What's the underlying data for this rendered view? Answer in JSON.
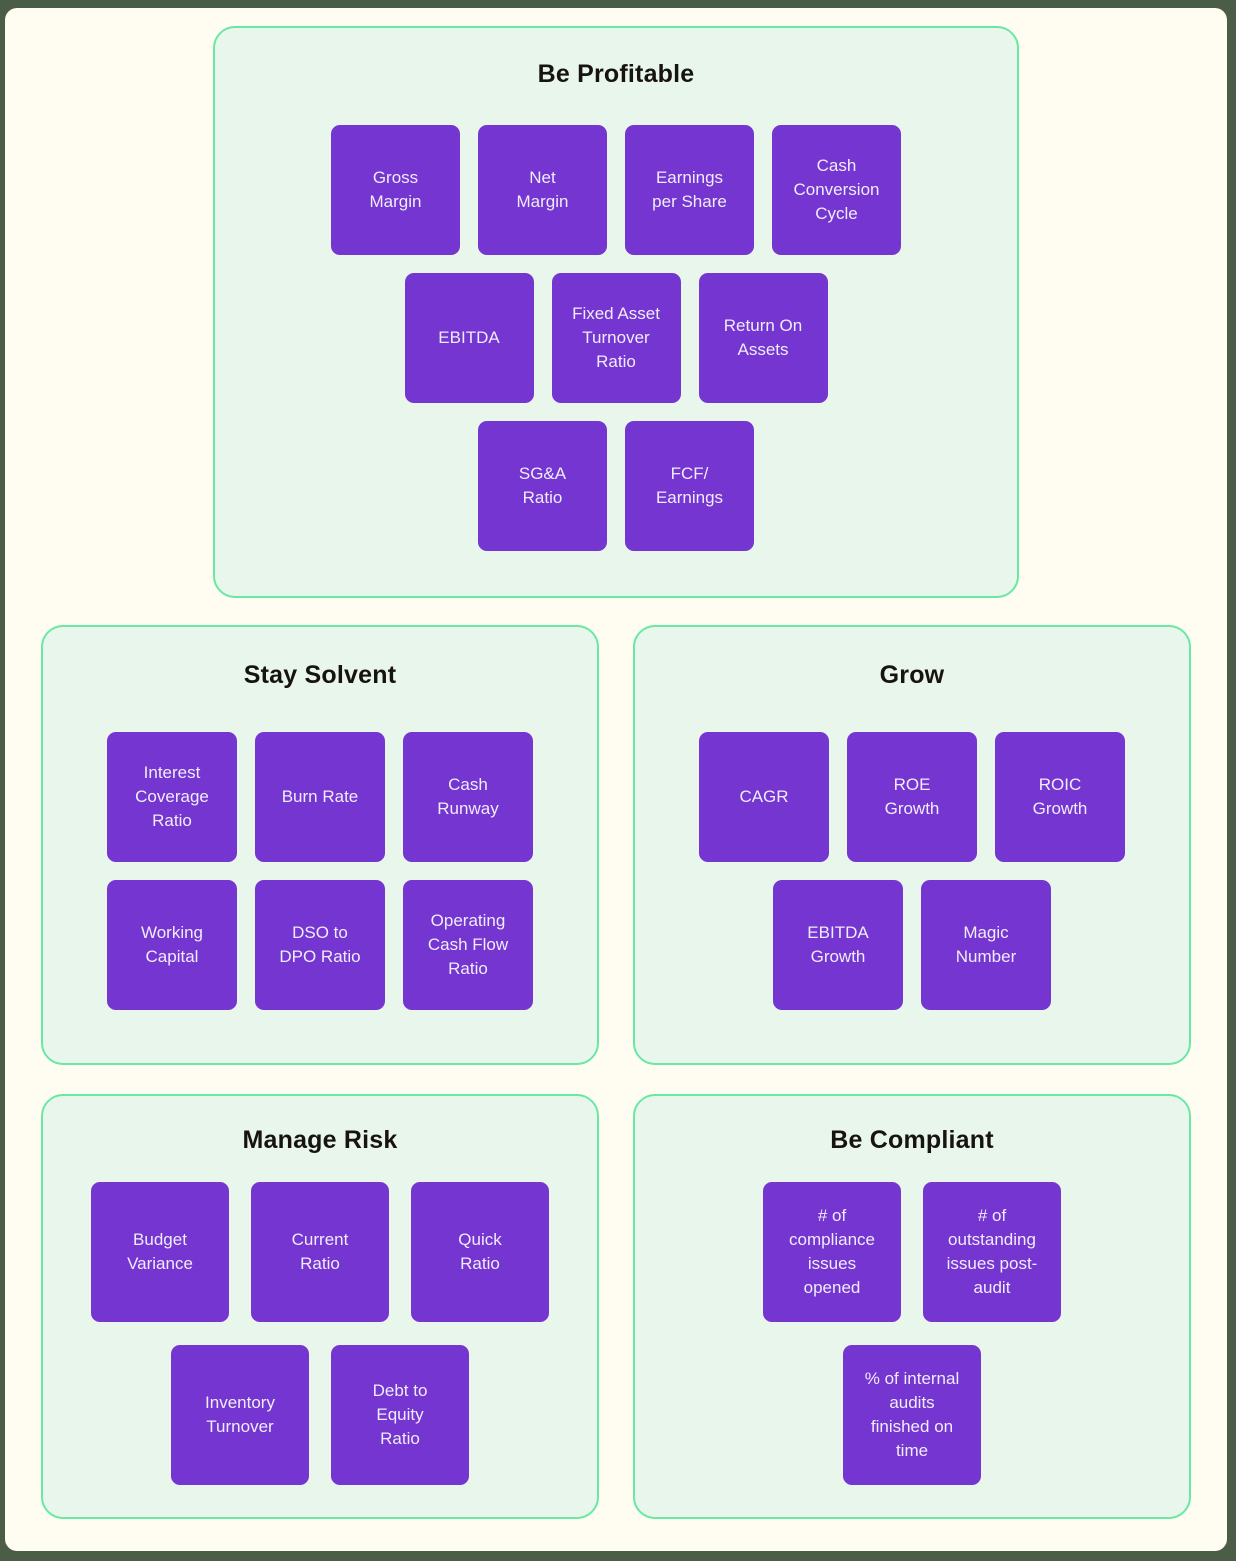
{
  "colors": {
    "frame": "#4B5C47",
    "page_bg": "#FFFCF2",
    "panel_bg": "#E9F6EB",
    "panel_border": "#69E8A5",
    "tile": "#7435D1",
    "tile_text": "#F1ECF9",
    "title_text": "#171311"
  },
  "sections": [
    {
      "id": "be-profitable",
      "title": "Be Profitable",
      "rows": [
        [
          "Gross\nMargin",
          "Net\nMargin",
          "Earnings\nper Share",
          "Cash\nConversion\nCycle"
        ],
        [
          "EBITDA",
          "Fixed Asset\nTurnover\nRatio",
          "Return On\nAssets"
        ],
        [
          "SG&A\nRatio",
          "FCF/\nEarnings"
        ]
      ]
    },
    {
      "id": "stay-solvent",
      "title": "Stay Solvent",
      "rows": [
        [
          "Interest\nCoverage\nRatio",
          "Burn Rate",
          "Cash\nRunway"
        ],
        [
          "Working\nCapital",
          "DSO to\nDPO Ratio",
          "Operating\nCash Flow\nRatio"
        ]
      ]
    },
    {
      "id": "grow",
      "title": "Grow",
      "rows": [
        [
          "CAGR",
          "ROE\nGrowth",
          "ROIC\nGrowth"
        ],
        [
          "EBITDA\nGrowth",
          "Magic\nNumber"
        ]
      ]
    },
    {
      "id": "manage-risk",
      "title": "Manage Risk",
      "rows": [
        [
          "Budget\nVariance",
          "Current\nRatio",
          "Quick\nRatio"
        ],
        [
          "Inventory\nTurnover",
          "Debt to\nEquity\nRatio"
        ]
      ]
    },
    {
      "id": "be-compliant",
      "title": "Be Compliant",
      "rows": [
        [
          "# of\ncompliance\nissues\nopened",
          "# of\noutstanding\nissues post-\naudit"
        ],
        [
          "% of internal\naudits\nfinished on\ntime"
        ]
      ]
    }
  ]
}
